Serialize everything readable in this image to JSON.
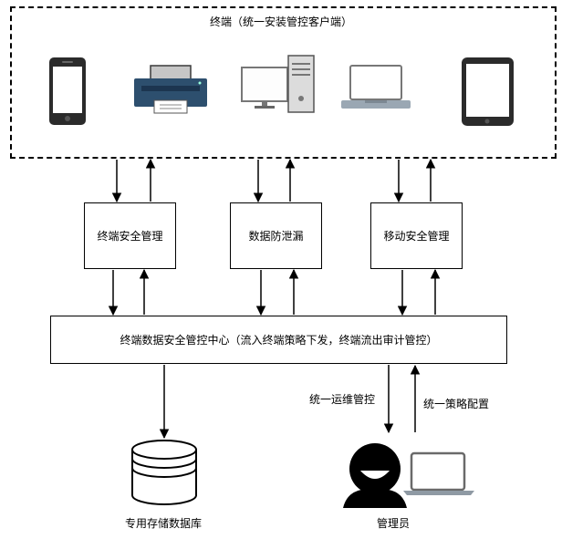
{
  "terminals": {
    "title": "终端（统一安装管控客户端）",
    "devices": [
      {
        "icon": "smartphone-icon"
      },
      {
        "icon": "printer-icon"
      },
      {
        "icon": "desktop-computer-icon"
      },
      {
        "icon": "laptop-icon"
      },
      {
        "icon": "tablet-icon"
      }
    ]
  },
  "modules": [
    {
      "label": "终端安全管理"
    },
    {
      "label": "数据防泄漏"
    },
    {
      "label": "移动安全管理"
    }
  ],
  "center": {
    "label": "终端数据安全管控中心（流入终端策略下发，终端流出审计管控）"
  },
  "storage": {
    "label": "专用存储数据库",
    "icon": "database-icon"
  },
  "admin": {
    "label": "管理员",
    "icon": "administrator-icon",
    "device_icon": "laptop-icon"
  },
  "flows": {
    "ops_label": "统一运维管控",
    "policy_label": "统一策略配置"
  }
}
